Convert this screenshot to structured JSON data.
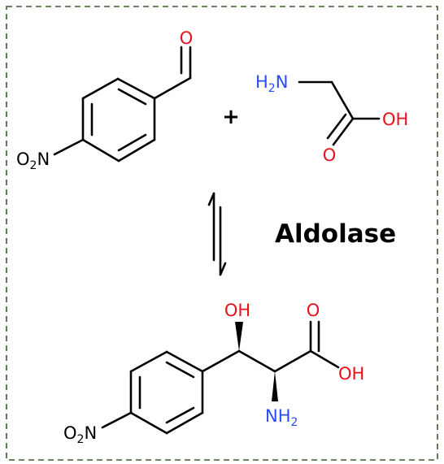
{
  "colors": {
    "frame": "#3a5a2a",
    "bond": "#000000",
    "oxygen": "#e8101a",
    "nitrogen": "#2a4bff",
    "text": "#000000"
  },
  "reactant_aldehyde": {
    "oxygen_label": "O",
    "nitro_o": "O",
    "nitro_o_sub": "2",
    "nitro_n": "N"
  },
  "plus_sign": "+",
  "reactant_glycine": {
    "amine_h": "H",
    "amine_sub": "2",
    "amine_n": "N",
    "hydroxyl": "OH",
    "carbonyl_o": "O"
  },
  "enzyme_label": "Aldolase",
  "product": {
    "hydroxyl": "OH",
    "carbonyl_o": "O",
    "acid_oh": "OH",
    "amine_n": "NH",
    "amine_sub": "2",
    "nitro_o": "O",
    "nitro_o_sub": "2",
    "nitro_n": "N"
  }
}
